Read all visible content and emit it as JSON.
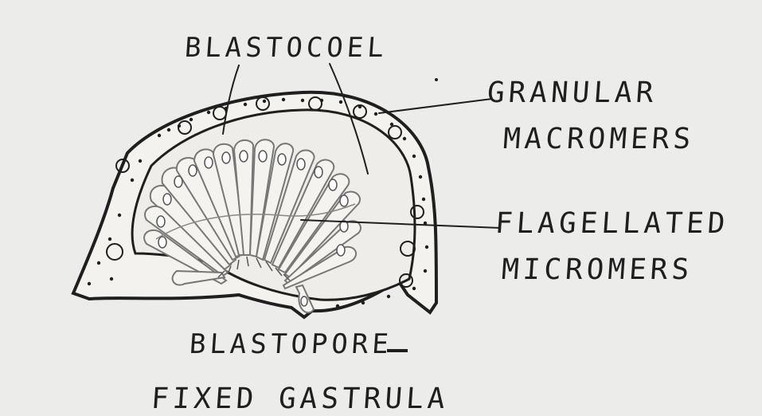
{
  "labels": {
    "blastocoel": "BLASTOCOEL",
    "granular_macromers_1": "GRANULAR",
    "granular_macromers_2": "MACROMERS",
    "flagellated_micromers_1": "FLAGELLATED",
    "flagellated_micromers_2": "MICROMERS",
    "blastopore": "BLASTOPORE",
    "title": "FIXED GASTRULA"
  },
  "colors": {
    "paper": "#ececea",
    "ink": "#1f1f1f",
    "micromer_stroke": "#777777"
  }
}
